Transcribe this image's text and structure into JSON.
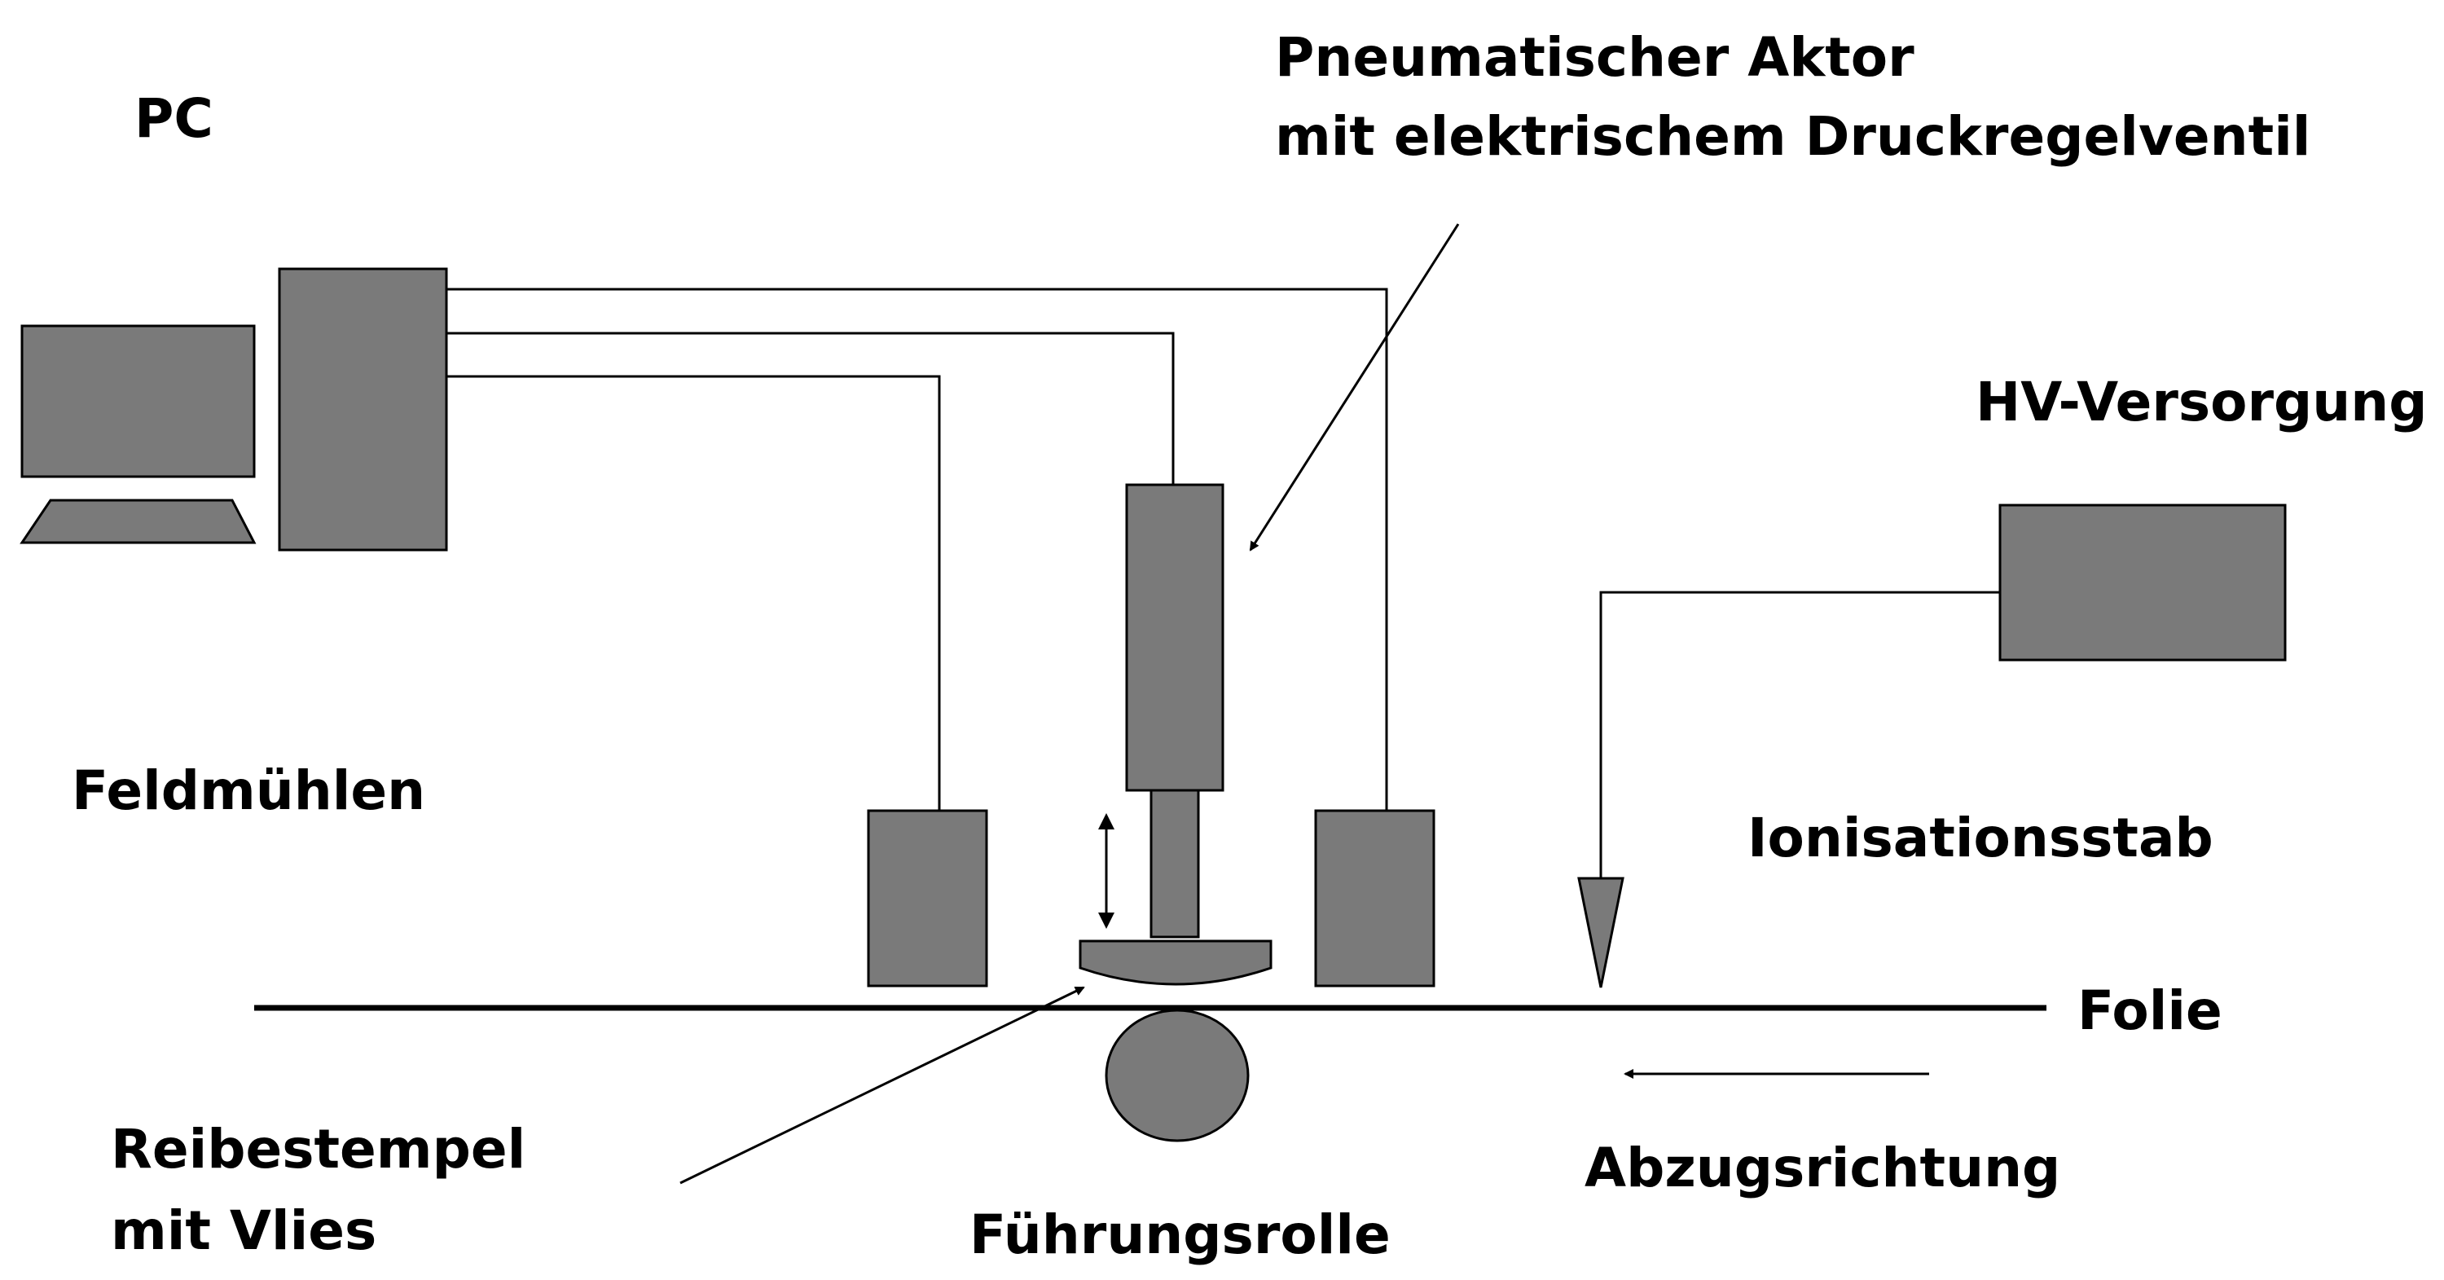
{
  "labels": {
    "pc": "PC",
    "actuator_line1": "Pneumatischer Aktor",
    "actuator_line2": "mit elektrischem Druckregelventil",
    "hv_supply": "HV-Versorgung",
    "field_mills": "Feldmühlen",
    "ionisation_bar": "Ionisationsstab",
    "film": "Folie",
    "rub_stamp_line1": "Reibestempel",
    "rub_stamp_line2": "mit Vlies",
    "guide_roller": "Führungsrolle",
    "pull_direction": "Abzugsrichtung"
  },
  "colors": {
    "component_fill": "#7a7a7a",
    "line": "#000000",
    "background": "#ffffff"
  }
}
